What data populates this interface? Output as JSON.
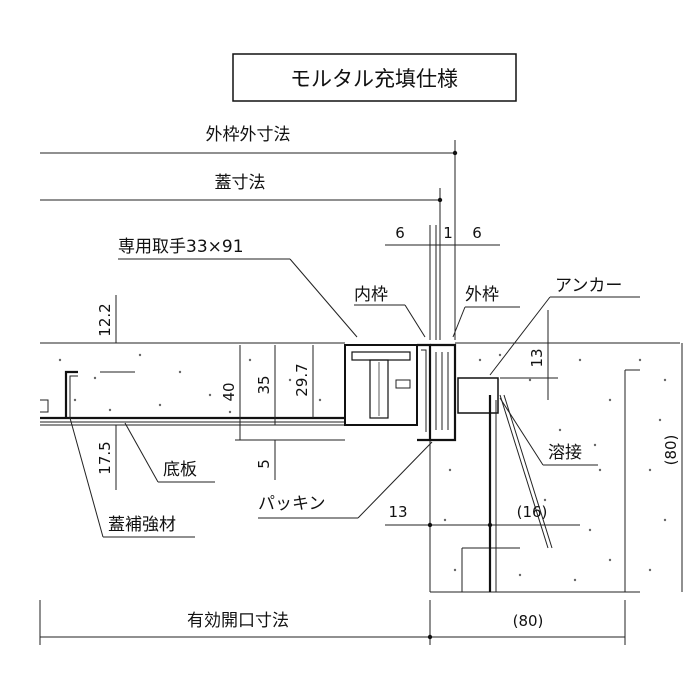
{
  "title": "モルタル充填仕様",
  "labels": {
    "outer_frame_size": "外枠外寸法",
    "lid_size": "蓋寸法",
    "handle": "専用取手33×91",
    "inner_frame": "内枠",
    "outer_frame": "外枠",
    "anchor": "アンカー",
    "weld": "溶接",
    "bottom_plate": "底板",
    "packing": "パッキン",
    "lid_reinforcement": "蓋補強材",
    "effective_opening": "有効開口寸法"
  },
  "dimensions": {
    "gap_left": "6",
    "gap_mid": "1",
    "gap_right": "6",
    "d_12_2": "12.2",
    "d_17_5": "17.5",
    "d_40": "40",
    "d_35": "35",
    "d_29_7": "29.7",
    "d_5": "5",
    "d_13_top": "13",
    "d_13_bottom": "13",
    "d_16": "(16)",
    "d_80_right": "(80)",
    "d_80_bottom": "(80)"
  }
}
